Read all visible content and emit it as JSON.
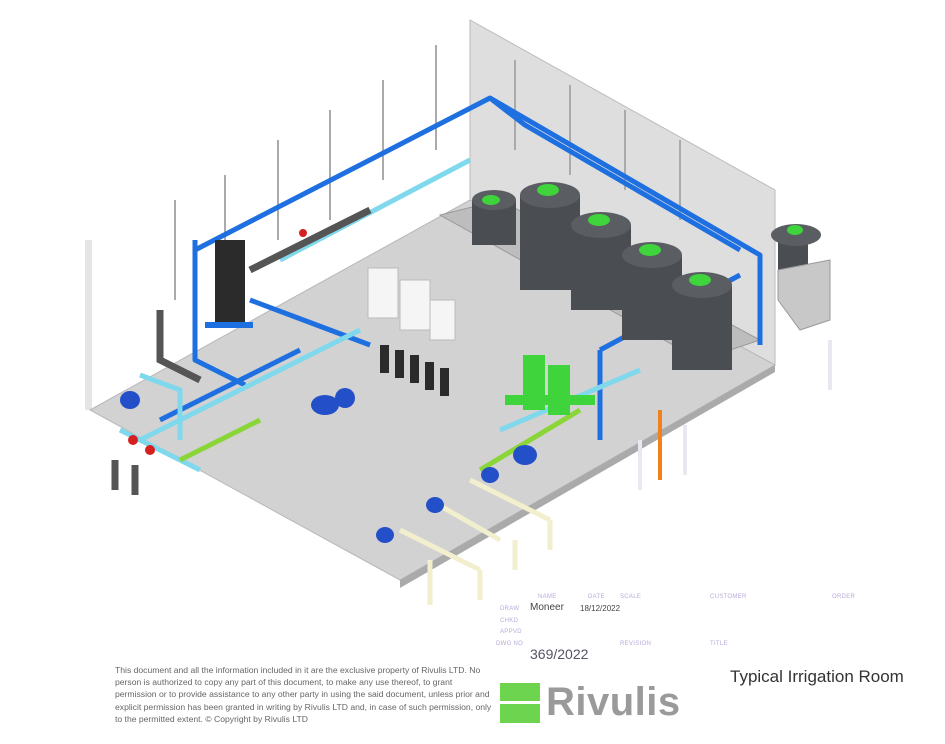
{
  "title_block": {
    "labels": {
      "name": "NAME",
      "date": "DATE",
      "scale": "SCALE",
      "customer": "CUSTOMER",
      "order": "ORDER",
      "draw": "DRAW",
      "chkd": "CHKD",
      "appvd": "APPVD",
      "dwg_no": "DWG NO",
      "revision": "REVISION",
      "title": "TITLE"
    },
    "drawn_by": "Moneer",
    "date": "18/12/2022",
    "drawing_number": "369/2022",
    "drawing_title": "Typical Irrigation Room"
  },
  "disclaimer": "This document and all the information included in it are the exclusive property of Rivulis LTD. No person is authorized to copy any part of this document, to make any use thereof, to grant permission or to provide assistance to any other party in using the said document, unless prior and explicit permission has been granted in writing by Rivulis LTD and, in case of such permission, only to the permitted extent. © Copyright by Rivulis LTD",
  "logo": {
    "text": "Rivulis"
  },
  "colors": {
    "pipe_main": "#1e6fe0",
    "pipe_light": "#7fd8ec",
    "tank": "#4a4d52",
    "tank_cap": "#3fd43c",
    "floor": "#d4d4d4",
    "wall": "#dcdcdc",
    "brand_green": "#6cd44e"
  }
}
